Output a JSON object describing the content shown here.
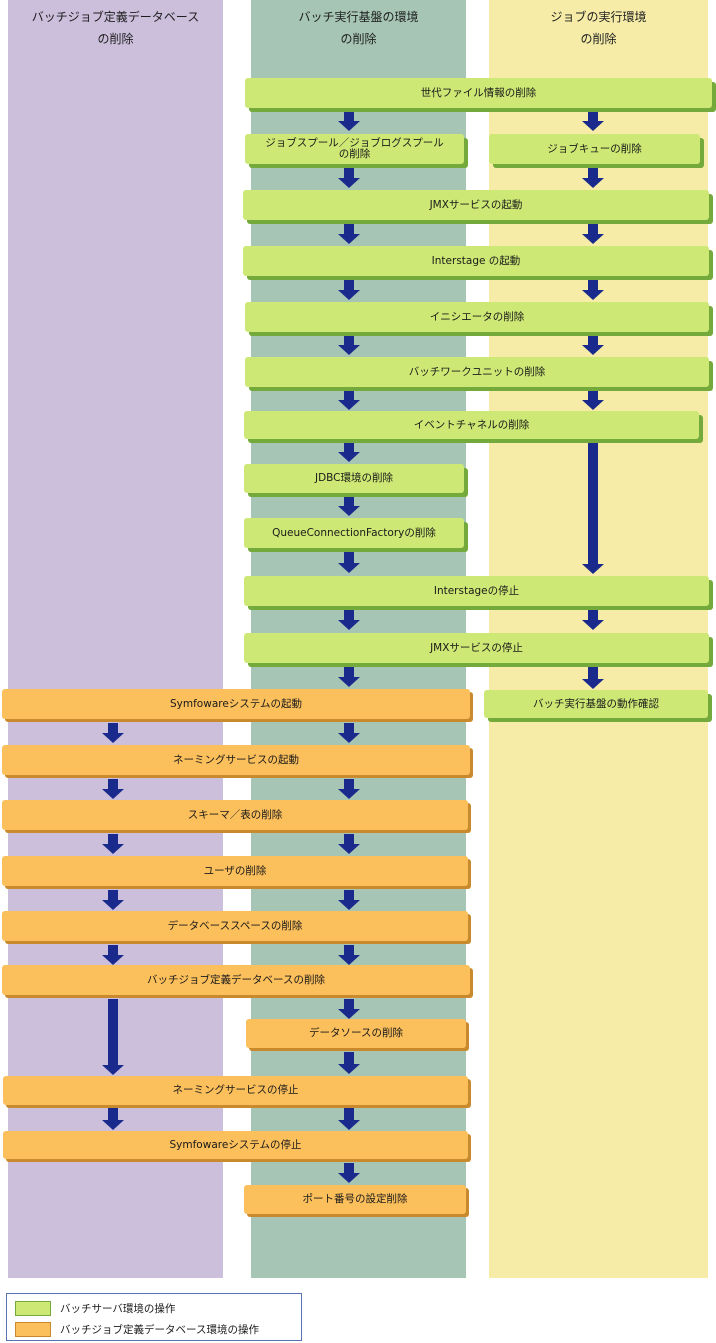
{
  "lanes": {
    "db": "バッチジョブ定義データベース\nの削除",
    "exec": "バッチ実行基盤の環境\nの削除",
    "job": "ジョブの実行環境\nの削除"
  },
  "steps": {
    "gen_file": "世代ファイル情報の削除",
    "spool": "ジョブスプール／ジョブログスプール\nの削除",
    "jobqueue": "ジョブキューの削除",
    "jmx_start": "JMXサービスの起動",
    "interstage_start": "Interstage の起動",
    "initiator": "イニシエータの削除",
    "batch_wu": "バッチワークユニットの削除",
    "event_channel": "イベントチャネルの削除",
    "jdbc": "JDBC環境の削除",
    "qcf": "QueueConnectionFactoryの削除",
    "interstage_stop": "Interstageの停止",
    "jmx_stop": "JMXサービスの停止",
    "symfo_start": "Symfowareシステムの起動",
    "verify": "バッチ実行基盤の動作確認",
    "naming_start": "ネーミングサービスの起動",
    "schema": "スキーマ／表の削除",
    "user": "ユーザの削除",
    "dbspace": "データベーススペースの削除",
    "batchdb": "バッチジョブ定義データベースの削除",
    "datasource": "データソースの削除",
    "naming_stop": "ネーミングサービスの停止",
    "symfo_stop": "Symfowareシステムの停止",
    "port": "ポート番号の設定削除"
  },
  "legend": {
    "green": "バッチサーバ環境の操作",
    "orange": "バッチジョブ定義データベース環境の操作"
  },
  "colors": {
    "lane_db": "#cbbfdc",
    "lane_exec": "#a6c5b5",
    "lane_job": "#f6eca8",
    "box_green": "#cde874",
    "box_orange": "#fbbf5c",
    "arrow": "#1a2a8c"
  }
}
